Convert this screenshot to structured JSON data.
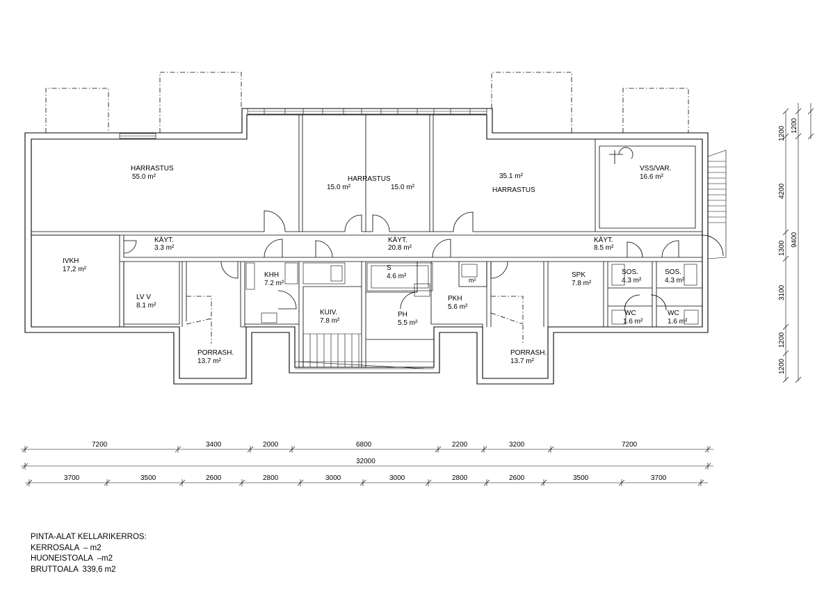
{
  "rooms": {
    "harrastus1": {
      "name": "HARRASTUS",
      "area": "55.0  m²"
    },
    "harrastus2": {
      "name": "HARRASTUS",
      "area_a": "15.0  m²",
      "area_b": "15.0  m²"
    },
    "harrastus3": {
      "name": "HARRASTUS",
      "area": "35.1  m²"
    },
    "vss": {
      "name": "VSS/VAR.",
      "area": "16.6  m²"
    },
    "kayt1": {
      "name": "KÄYT.",
      "area": "3.3  m²"
    },
    "kayt2": {
      "name": "KÄYT.",
      "area": "20.8  m²"
    },
    "kayt3": {
      "name": "KÄYT.",
      "area": "8.5  m²"
    },
    "ivkh": {
      "name": "IVKH",
      "area": "17,2  m²"
    },
    "lvv": {
      "name": "LV V",
      "area": "8.1  m²"
    },
    "khh": {
      "name": "KHH",
      "area": "7.2  m²"
    },
    "kuiv": {
      "name": "KUIV.",
      "area": "7.8  m²"
    },
    "s": {
      "name": "S",
      "area": "4.6  m²"
    },
    "ph": {
      "name": "PH",
      "area": "5.5  m²"
    },
    "pkh": {
      "name": "PKH",
      "area": "5.6  m²"
    },
    "pkh_wc": {
      "area": "m²"
    },
    "spk": {
      "name": "SPK",
      "area": "7.8  m²"
    },
    "sos1": {
      "name": "SOS.",
      "area": "4.3  m²"
    },
    "sos2": {
      "name": "SOS.",
      "area": "4.3  m²"
    },
    "wc1": {
      "name": "WC",
      "area": "1.6  m²"
    },
    "wc2": {
      "name": "WC",
      "area": "1.6  m²"
    },
    "porrash1": {
      "name": "PORRASH.",
      "area": "13.7  m²"
    },
    "porrash2": {
      "name": "PORRASH.",
      "area": "13.7  m²"
    }
  },
  "dims": {
    "row1": [
      "7200",
      "3400",
      "2000",
      "6800",
      "2200",
      "3200",
      "7200"
    ],
    "total": "32000",
    "row3": [
      "3700",
      "3500",
      "2600",
      "2800",
      "3000",
      "3000",
      "2800",
      "2600",
      "3500",
      "3700"
    ],
    "vert_a": [
      "1200",
      "4200",
      "1300",
      "3100",
      "1200",
      "1200"
    ],
    "vert_top": "1200",
    "vert_total": "9400"
  },
  "summary": {
    "title": "PINTA-ALAT KELLARIKERROS:",
    "kerrosala": "KERROSALA  – m2",
    "huoneistoala": "HUONEISTOALA  –m2",
    "bruttoala": "BRUTTOALA  339,6 m2"
  }
}
